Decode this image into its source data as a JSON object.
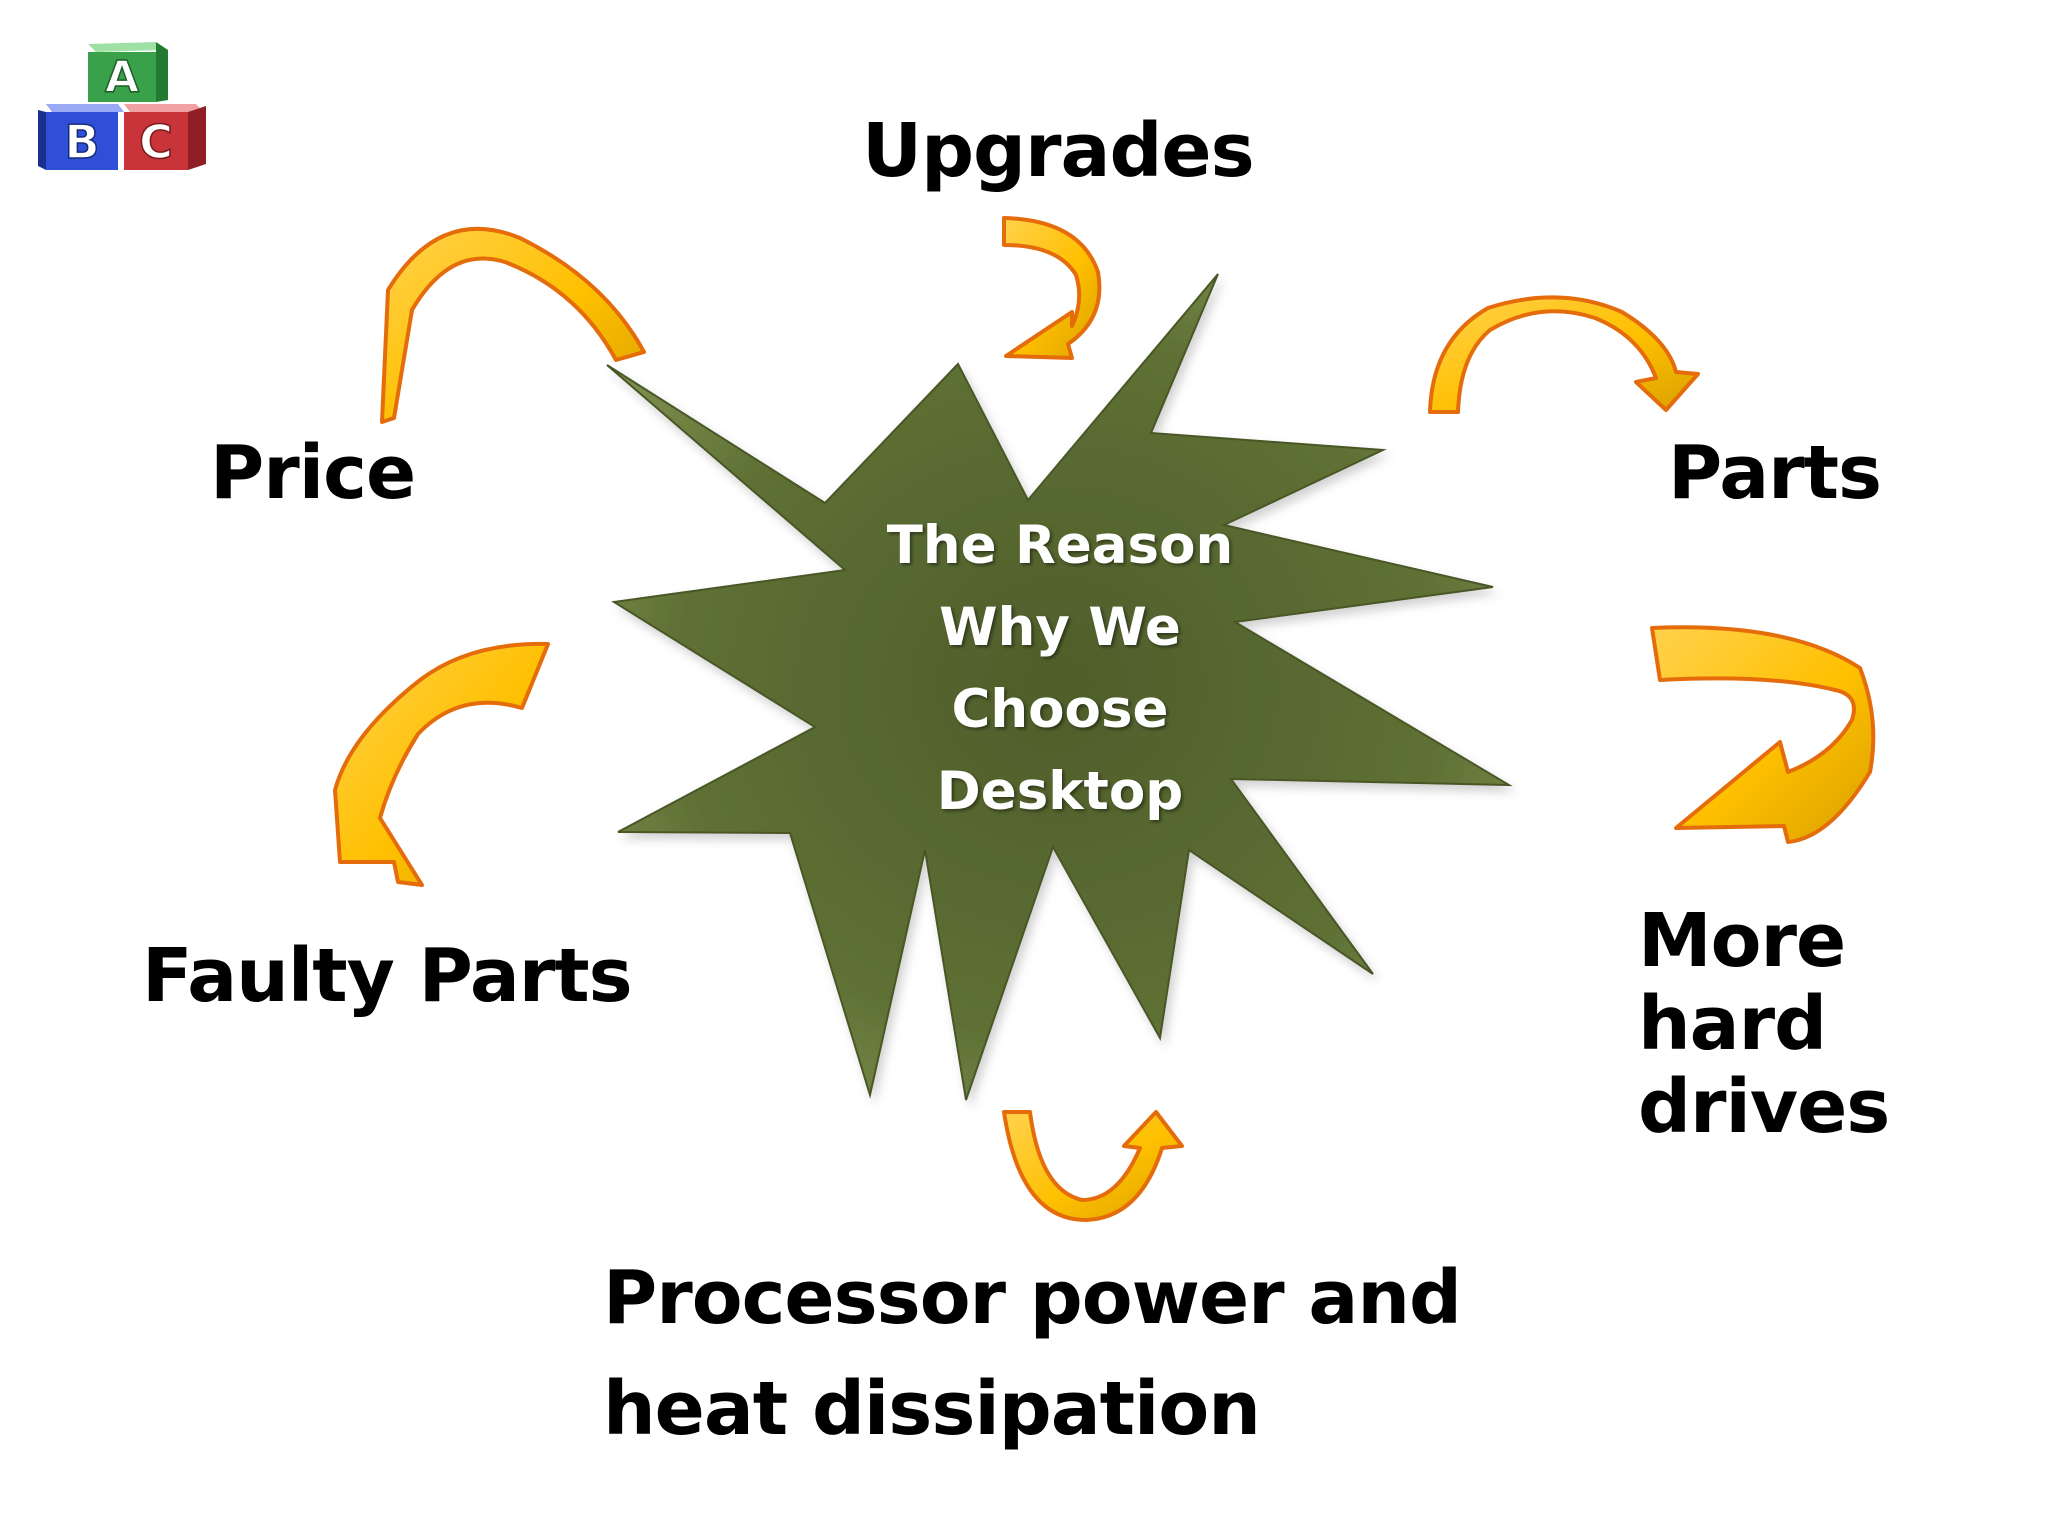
{
  "logo": {
    "icon": "abc-blocks-icon",
    "letters": [
      "A",
      "B",
      "C"
    ],
    "colors": {
      "a_block": "#3aa14b",
      "b_block": "#2f4fd6",
      "c_block": "#c9343b"
    }
  },
  "center": {
    "text": "The Reason\nWhy We\nChoose\nDesktop",
    "shape": "star-burst",
    "color": "#5a6b32"
  },
  "labels": {
    "upgrades": "Upgrades",
    "price": "Price",
    "parts": "Parts",
    "faulty_parts": "Faulty Parts",
    "more_hard_drives": "More\nhard\ndrives",
    "processor": "Processor power and\n heat dissipation"
  },
  "arrows": {
    "fill": "#ffc000",
    "outline": "#e46c0a",
    "icon": "curved-arrow-icon"
  }
}
